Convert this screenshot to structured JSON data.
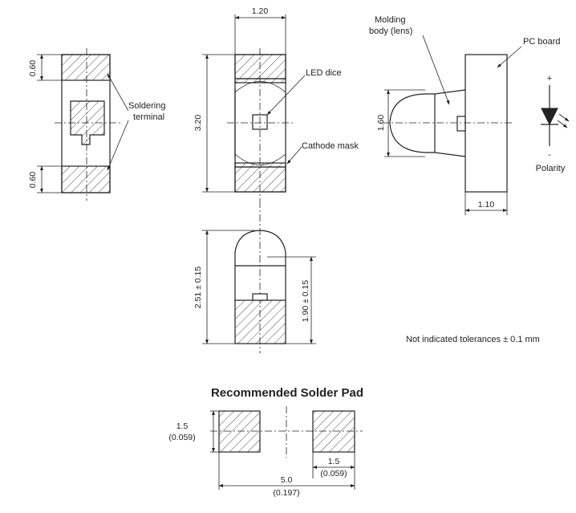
{
  "dimensions": {
    "width_top": "1.20",
    "pad_top_height": "0.60",
    "pad_bottom_height": "0.60",
    "length": "3.20",
    "lens_height": "1.60",
    "body_depth": "1.10",
    "side_height": "2.51 ± 0.15",
    "optical_height": "1.90 ± 0.15"
  },
  "labels": {
    "soldering_terminal_line1": "Soldering",
    "soldering_terminal_line2": "terminal",
    "led_dice": "LED dice",
    "cathode_mask": "Cathode mask",
    "molding_line1": "Molding",
    "molding_line2": "body (lens)",
    "pc_board": "PC board",
    "polarity": "Polarity",
    "plus": "+",
    "minus": "-",
    "tolerance_note": "Not indicated tolerances ± 0.1 mm"
  },
  "solder_pad": {
    "title": "Recommended Solder Pad",
    "pad_height": "1.5",
    "pad_height_inch": "(0.059)",
    "pad_width": "1.5",
    "pad_width_inch": "(0.059)",
    "span": "5.0",
    "span_inch": "(0.197)"
  }
}
